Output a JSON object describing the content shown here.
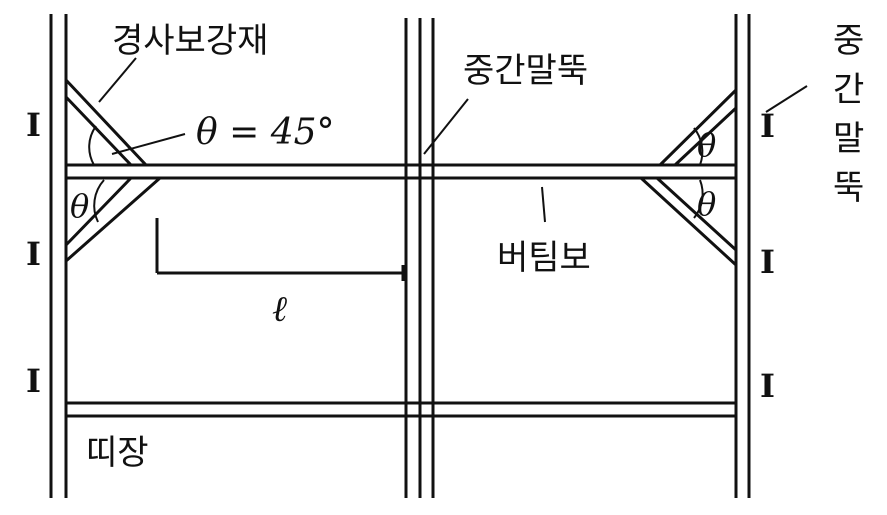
{
  "labels": {
    "brace": "경사보강재",
    "angle_eq": "θ = 45°",
    "mid_pile_top": "중간말뚝",
    "mid_pile_side": [
      "중",
      "간",
      "말",
      "뚝"
    ],
    "strut": "버팀보",
    "wale": "띠장",
    "spacing": "ℓ",
    "theta": "θ",
    "pile_mark": "I"
  },
  "colors": {
    "ink": "#111111",
    "background": "#ffffff"
  }
}
